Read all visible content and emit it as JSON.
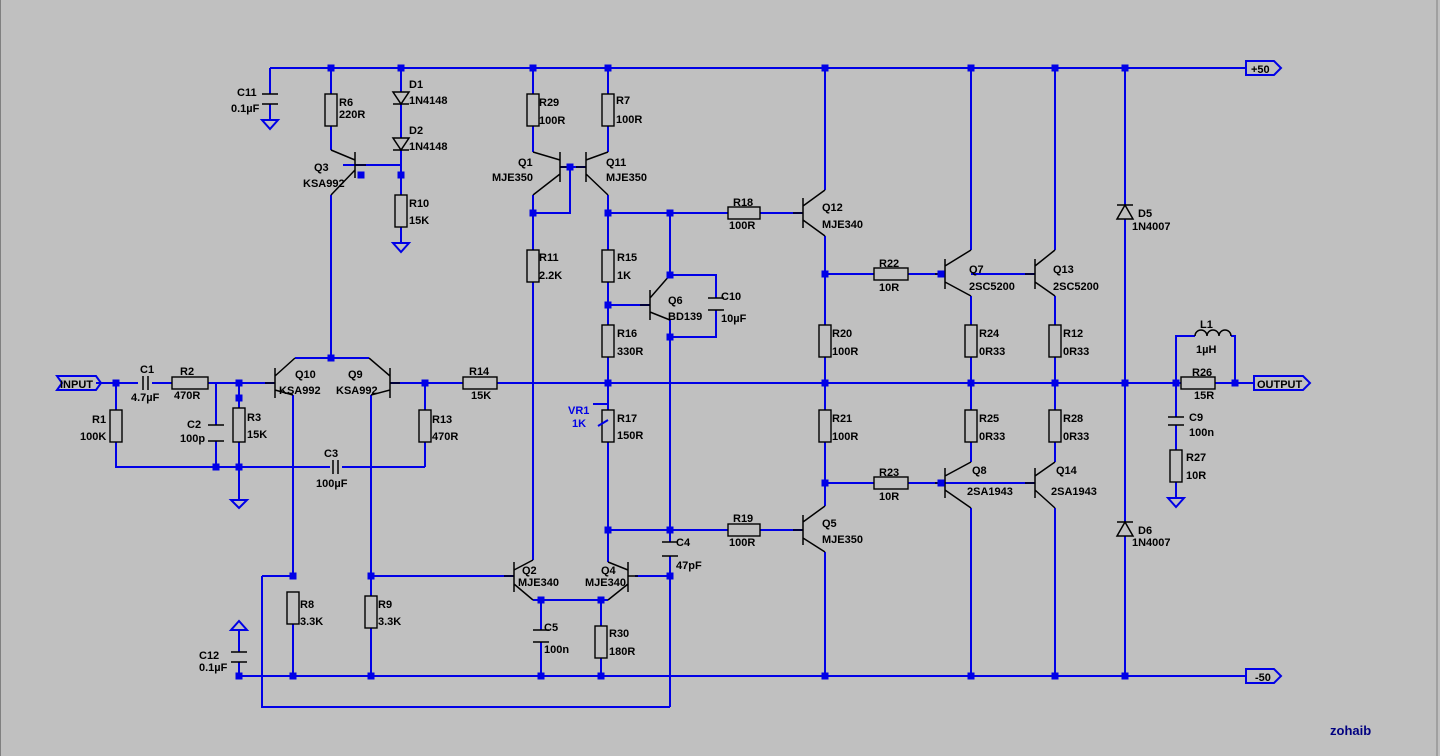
{
  "signature": "zohaib",
  "ports": {
    "vpos": "+50",
    "vneg": "-50",
    "input": "INPUT",
    "output": "OUTPUT"
  },
  "resistors": [
    {
      "ref": "R1",
      "val": "100K"
    },
    {
      "ref": "R2",
      "val": "470R"
    },
    {
      "ref": "R3",
      "val": "15K"
    },
    {
      "ref": "R6",
      "val": "220R"
    },
    {
      "ref": "R7",
      "val": "100R"
    },
    {
      "ref": "R8",
      "val": "3.3K"
    },
    {
      "ref": "R9",
      "val": "3.3K"
    },
    {
      "ref": "R10",
      "val": "15K"
    },
    {
      "ref": "R11",
      "val": "2.2K"
    },
    {
      "ref": "R12",
      "val": "0R33"
    },
    {
      "ref": "R13",
      "val": "470R"
    },
    {
      "ref": "R14",
      "val": "15K"
    },
    {
      "ref": "R15",
      "val": "1K"
    },
    {
      "ref": "R16",
      "val": "330R"
    },
    {
      "ref": "R17",
      "val": "150R"
    },
    {
      "ref": "R18",
      "val": "100R"
    },
    {
      "ref": "R19",
      "val": "100R"
    },
    {
      "ref": "R20",
      "val": "100R"
    },
    {
      "ref": "R21",
      "val": "100R"
    },
    {
      "ref": "R22",
      "val": "10R"
    },
    {
      "ref": "R23",
      "val": "10R"
    },
    {
      "ref": "R24",
      "val": "0R33"
    },
    {
      "ref": "R25",
      "val": "0R33"
    },
    {
      "ref": "R26",
      "val": "15R"
    },
    {
      "ref": "R27",
      "val": "10R"
    },
    {
      "ref": "R28",
      "val": "0R33"
    },
    {
      "ref": "R29",
      "val": "100R"
    },
    {
      "ref": "R30",
      "val": "180R"
    }
  ],
  "capacitors": [
    {
      "ref": "C1",
      "val": "4.7µF"
    },
    {
      "ref": "C2",
      "val": "100p"
    },
    {
      "ref": "C3",
      "val": "100µF"
    },
    {
      "ref": "C4",
      "val": "47pF"
    },
    {
      "ref": "C5",
      "val": "100n"
    },
    {
      "ref": "C9",
      "val": "100n"
    },
    {
      "ref": "C10",
      "val": "10µF"
    },
    {
      "ref": "C11",
      "val": "0.1µF"
    },
    {
      "ref": "C12",
      "val": "0.1µF"
    }
  ],
  "transistors": [
    {
      "ref": "Q1",
      "val": "MJE350"
    },
    {
      "ref": "Q2",
      "val": "MJE340"
    },
    {
      "ref": "Q3",
      "val": "KSA992"
    },
    {
      "ref": "Q4",
      "val": "MJE340"
    },
    {
      "ref": "Q5",
      "val": "MJE350"
    },
    {
      "ref": "Q6",
      "val": "BD139"
    },
    {
      "ref": "Q7",
      "val": "2SC5200"
    },
    {
      "ref": "Q8",
      "val": "2SA1943"
    },
    {
      "ref": "Q9",
      "val": "KSA992"
    },
    {
      "ref": "Q10",
      "val": "KSA992"
    },
    {
      "ref": "Q11",
      "val": "MJE350"
    },
    {
      "ref": "Q12",
      "val": "MJE340"
    },
    {
      "ref": "Q13",
      "val": "2SC5200"
    },
    {
      "ref": "Q14",
      "val": "2SA1943"
    }
  ],
  "diodes": [
    {
      "ref": "D1",
      "val": "1N4148"
    },
    {
      "ref": "D2",
      "val": "1N4148"
    },
    {
      "ref": "D5",
      "val": "1N4007"
    },
    {
      "ref": "D6",
      "val": "1N4007"
    }
  ],
  "inductors": [
    {
      "ref": "L1",
      "val": "1µH"
    }
  ],
  "trimmers": [
    {
      "ref": "VR1",
      "val": "1K"
    }
  ]
}
